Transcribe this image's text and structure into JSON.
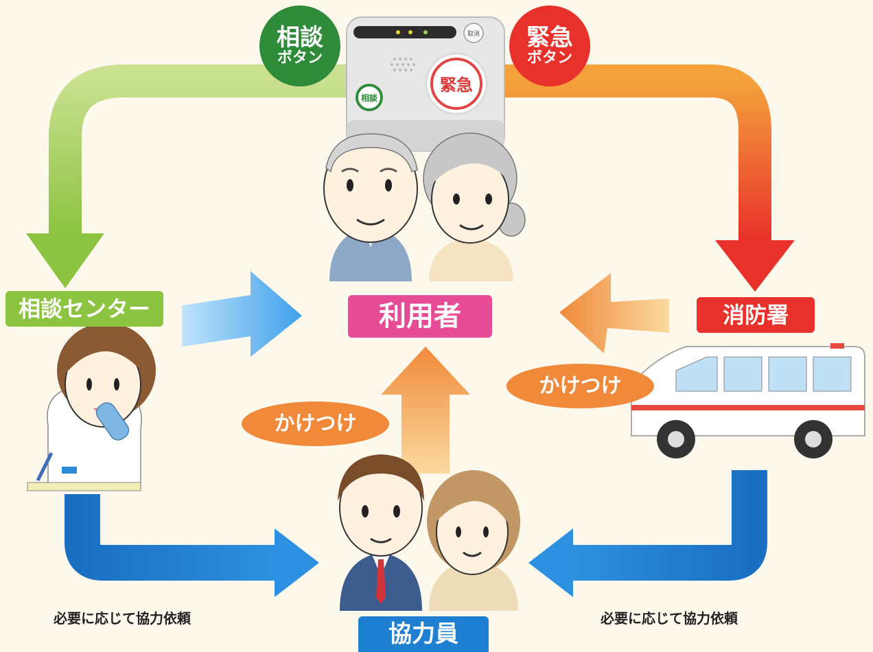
{
  "device": {
    "emergency_label": "緊急",
    "consult_label": "相談",
    "cancel_label": "取消"
  },
  "consult_button": {
    "line1": "相談",
    "line2": "ボタン"
  },
  "emergency_button": {
    "line1": "緊急",
    "line2": "ボタン"
  },
  "nodes": {
    "user": "利用者",
    "consult_center": "相談センター",
    "fire_station": "消防署",
    "cooperator": "協力員"
  },
  "rush_label": "かけつけ",
  "request_note": "必要に応じて協力依頼",
  "colors": {
    "green": "#8cc341",
    "dark_green": "#2e8b3a",
    "red": "#e8312a",
    "orange": "#f08a3a",
    "blue": "#1f7fd0",
    "light_blue": "#69b4ee",
    "pink": "#e64c95"
  }
}
